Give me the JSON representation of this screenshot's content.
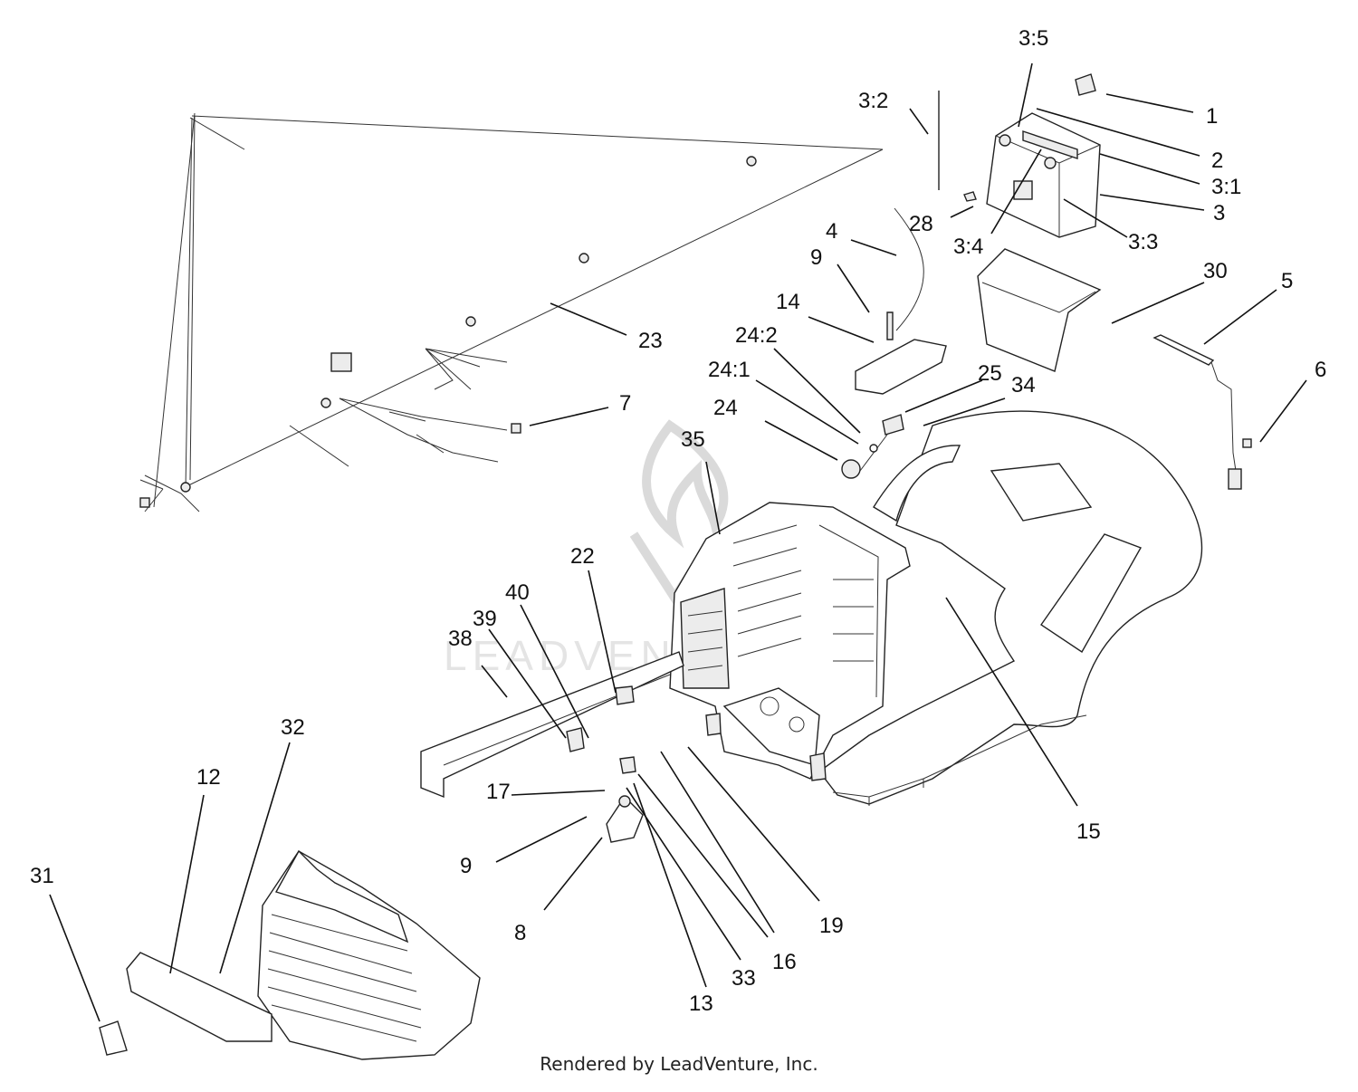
{
  "footer": "Rendered by LeadVenture, Inc.",
  "callouts": [
    {
      "id": "1",
      "text": "1"
    },
    {
      "id": "2",
      "text": "2"
    },
    {
      "id": "3",
      "text": "3"
    },
    {
      "id": "3-1",
      "text": "3:1"
    },
    {
      "id": "3-2",
      "text": "3:2"
    },
    {
      "id": "3-3",
      "text": "3:3"
    },
    {
      "id": "3-4",
      "text": "3:4"
    },
    {
      "id": "3-5",
      "text": "3:5"
    },
    {
      "id": "4",
      "text": "4"
    },
    {
      "id": "5",
      "text": "5"
    },
    {
      "id": "6",
      "text": "6"
    },
    {
      "id": "7",
      "text": "7"
    },
    {
      "id": "8",
      "text": "8"
    },
    {
      "id": "9a",
      "text": "9"
    },
    {
      "id": "9b",
      "text": "9"
    },
    {
      "id": "12",
      "text": "12"
    },
    {
      "id": "13",
      "text": "13"
    },
    {
      "id": "14",
      "text": "14"
    },
    {
      "id": "15",
      "text": "15"
    },
    {
      "id": "16",
      "text": "16"
    },
    {
      "id": "17",
      "text": "17"
    },
    {
      "id": "19",
      "text": "19"
    },
    {
      "id": "22",
      "text": "22"
    },
    {
      "id": "23",
      "text": "23"
    },
    {
      "id": "24",
      "text": "24"
    },
    {
      "id": "24-1",
      "text": "24:1"
    },
    {
      "id": "24-2",
      "text": "24:2"
    },
    {
      "id": "25",
      "text": "25"
    },
    {
      "id": "28",
      "text": "28"
    },
    {
      "id": "30",
      "text": "30"
    },
    {
      "id": "31",
      "text": "31"
    },
    {
      "id": "32",
      "text": "32"
    },
    {
      "id": "33",
      "text": "33"
    },
    {
      "id": "34",
      "text": "34"
    },
    {
      "id": "35",
      "text": "35"
    },
    {
      "id": "38",
      "text": "38"
    },
    {
      "id": "39",
      "text": "39"
    },
    {
      "id": "40",
      "text": "40"
    }
  ],
  "watermark": {
    "text": "LEADVENTURE"
  }
}
